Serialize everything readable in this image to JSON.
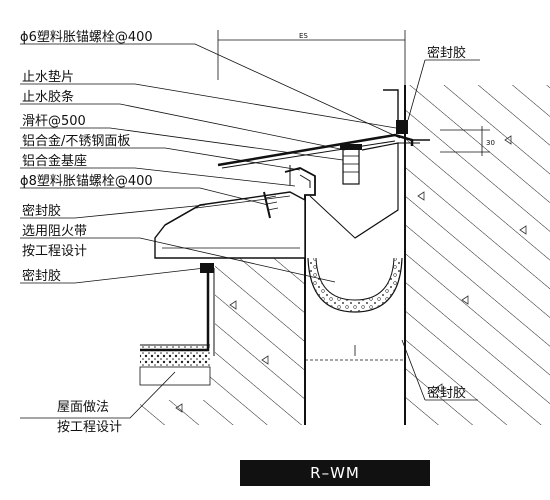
{
  "labels": {
    "anchor_bolt_top": "ϕ6塑料胀锚螺栓@400",
    "water_stop_pad": "止水垫片",
    "water_stop_strip": "止水胶条",
    "slide_bar": "滑杆@500",
    "face_plate": "铝合金/不锈钢面板",
    "base_seat": "铝合金基座",
    "anchor_bolt_mid": "ϕ8塑料胀锚螺栓@400",
    "sealant_mid": "密封胶",
    "fire_strip_line1": "选用阻火带",
    "fire_strip_line2": "按工程设计",
    "sealant_low": "密封胶",
    "sealant_right": "密封胶",
    "roof_line1": "屋面做法",
    "roof_line2": "按工程设计"
  },
  "dimensions": {
    "es_label": "ES",
    "side_dim_label": "30"
  },
  "model_tag": "R–WM"
}
